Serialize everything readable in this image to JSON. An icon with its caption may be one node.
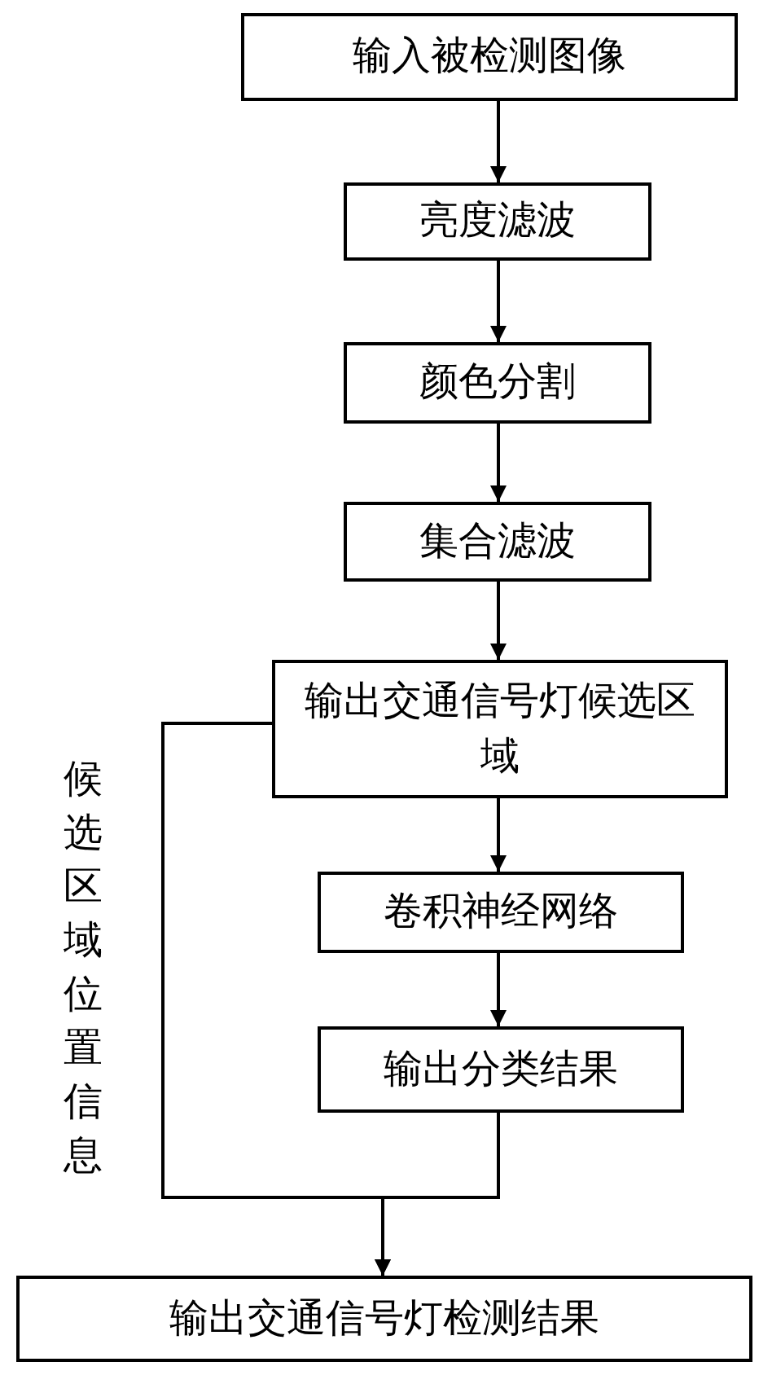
{
  "diagram": {
    "nodes": [
      {
        "text": [
          "输入被检测图像"
        ]
      },
      {
        "text": [
          "亮度滤波"
        ]
      },
      {
        "text": [
          "颜色分割"
        ]
      },
      {
        "text": [
          "集合滤波"
        ]
      },
      {
        "text": [
          "输出交通信号灯候选区域"
        ]
      },
      {
        "text": [
          "卷积神经网络"
        ]
      },
      {
        "text": [
          "输出分类结果"
        ]
      },
      {
        "text": [
          "输出交通信号灯检测结果"
        ]
      }
    ],
    "edges": [
      {
        "from": 0,
        "to": 1,
        "arrow": "to"
      },
      {
        "from": 1,
        "to": 2,
        "arrow": "to"
      },
      {
        "from": 2,
        "to": 3,
        "arrow": "to"
      },
      {
        "from": 3,
        "to": 4,
        "arrow": "to"
      },
      {
        "from": 4,
        "to": 5,
        "arrow": "to"
      },
      {
        "from": 5,
        "to": 6,
        "arrow": "to"
      },
      {
        "from": 4,
        "to": 7,
        "arrow": "to",
        "label": "候选区域位置信息"
      },
      {
        "from": 6,
        "to": 7,
        "arrow": "to"
      }
    ]
  }
}
